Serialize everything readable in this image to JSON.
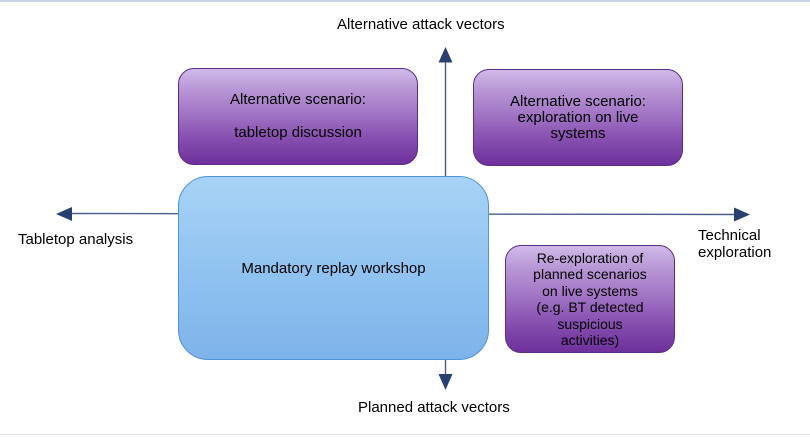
{
  "colors": {
    "page_top_border": "#c7d2eb",
    "page_bottom_border": "#e4e8f3",
    "axis_line": "#4a5c88",
    "axis_arrow": "#27406f",
    "purple_top": "#d0bbe8",
    "purple_upper": "#bb9bd8",
    "purple_mid": "#a377c6",
    "purple_lower": "#8750b0",
    "purple_bottom": "#6e309c",
    "purple_border": "#5c2d87",
    "blue_top": "#a8d3f6",
    "blue_mid": "#8fc2f0",
    "blue_bottom": "#7eb3ea",
    "blue_border": "#4e94d8",
    "text": "#000000"
  },
  "axis_labels": {
    "top": "Alternative attack vectors",
    "bottom": "Planned attack vectors",
    "left": "Tabletop analysis",
    "right": "Technical exploration"
  },
  "boxes": {
    "alt_tabletop": {
      "lines": [
        "Alternative scenario:",
        "tabletop discussion"
      ]
    },
    "alt_live": {
      "lines": [
        "Alternative scenario:",
        "exploration on live",
        "systems"
      ]
    },
    "replay": {
      "label": "Mandatory replay workshop"
    },
    "reexploration": {
      "lines": [
        "Re-exploration of",
        "planned scenarios",
        "on live systems",
        "(e.g. BT detected",
        "suspicious",
        "activities)"
      ]
    }
  }
}
